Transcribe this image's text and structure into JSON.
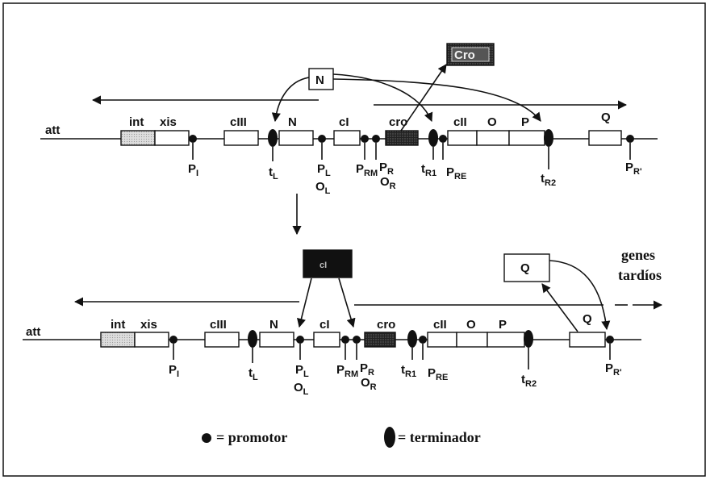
{
  "top": {
    "att": "att",
    "genes": {
      "int": "int",
      "xis": "xis",
      "cIII": "cIII",
      "N": "N",
      "cI": "cI",
      "cro": "cro",
      "cII": "cII",
      "O": "O",
      "P": "P",
      "Q": "Q"
    },
    "promoters": {
      "PI": "P",
      "PI_sub": "I",
      "PL": "P",
      "PL_sub": "L",
      "OL": "O",
      "OL_sub": "L",
      "PRM": "P",
      "PRM_sub": "RM",
      "PR": "P",
      "PR_sub": "R",
      "OR": "O",
      "OR_sub": "R",
      "PRE": "P",
      "PRE_sub": "RE",
      "PRp": "P",
      "PRp_sub": "R'"
    },
    "terminators": {
      "tL": "t",
      "tL_sub": "L",
      "tR1": "t",
      "tR1_sub": "R1",
      "tR2": "t",
      "tR2_sub": "R2"
    },
    "protein_N": "N",
    "protein_Cro": "Cro"
  },
  "bottom": {
    "att": "att",
    "genes": {
      "int": "int",
      "xis": "xis",
      "cIII": "cIII",
      "N": "N",
      "cI": "cI",
      "cro": "cro",
      "cII": "cII",
      "O": "O",
      "P": "P",
      "Q": "Q"
    },
    "promoters": {
      "PI": "P",
      "PI_sub": "I",
      "PL": "P",
      "PL_sub": "L",
      "OL": "O",
      "OL_sub": "L",
      "PRM": "P",
      "PRM_sub": "RM",
      "PR": "P",
      "PR_sub": "R",
      "OR": "O",
      "OR_sub": "R",
      "PRE": "P",
      "PRE_sub": "RE",
      "PRp": "P",
      "PRp_sub": "R'"
    },
    "terminators": {
      "tL": "t",
      "tL_sub": "L",
      "tR1": "t",
      "tR1_sub": "R1",
      "tR2": "t",
      "tR2_sub": "R2"
    },
    "protein_cI": "cI",
    "protein_Q": "Q",
    "late_genes_line1": "genes",
    "late_genes_line2": "tardíos"
  },
  "legend": {
    "promoter_label": "= promotor",
    "terminator_label": "= terminador"
  }
}
